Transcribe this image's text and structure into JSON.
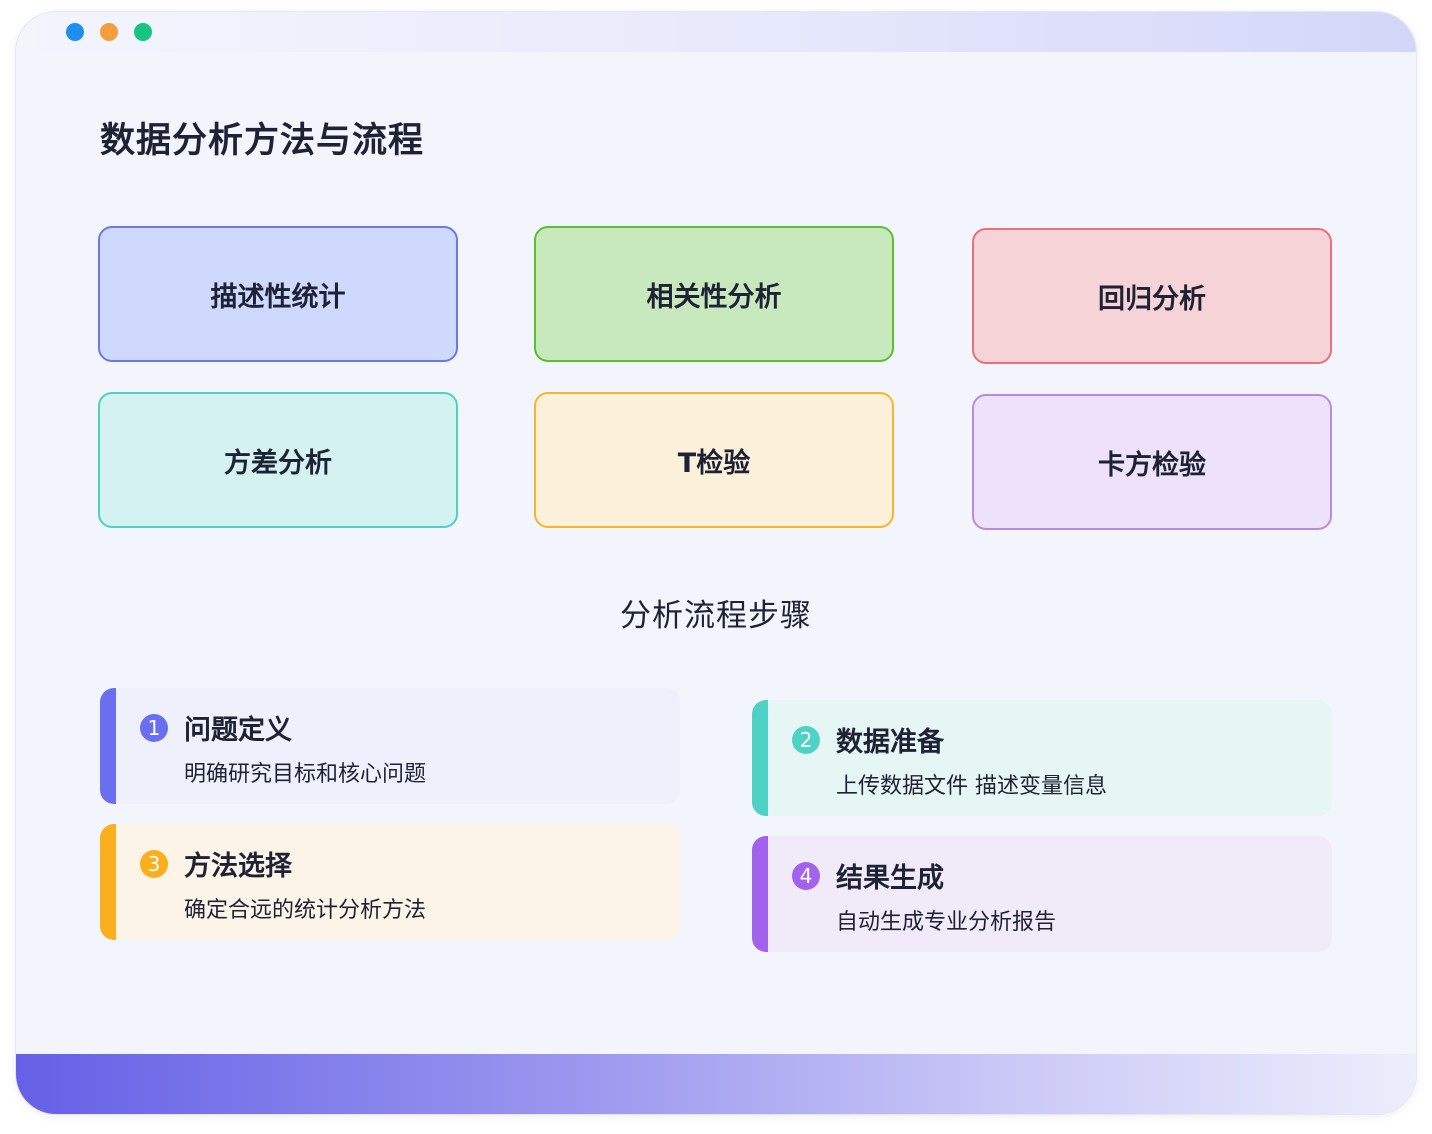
{
  "window": {
    "dots": [
      {
        "color": "#1e8ef0"
      },
      {
        "color": "#f49e3c"
      },
      {
        "color": "#17c480"
      }
    ]
  },
  "page": {
    "title": "数据分析方法与流程"
  },
  "methods": [
    {
      "label": "描述性统计",
      "bg": "#cfd9fd",
      "border": "#6b78e8"
    },
    {
      "label": "相关性分析",
      "bg": "#c8e9bd",
      "border": "#5cbf2c"
    },
    {
      "label": "回归分析",
      "bg": "#f6d3d6",
      "border": "#e9707a"
    },
    {
      "label": "方差分析",
      "bg": "#d3f2f0",
      "border": "#4dd2c1"
    },
    {
      "label": "T检验",
      "bg": "#fbf1db",
      "border": "#f6b52c"
    },
    {
      "label": "卡方检验",
      "bg": "#ede2f9",
      "border": "#b98ae3"
    }
  ],
  "process": {
    "title": "分析流程步骤",
    "steps": [
      {
        "num": "1",
        "title": "问题定义",
        "desc": "明确研究目标和核心问题",
        "accent": "#6a6ff0",
        "bg": "#eef0fb"
      },
      {
        "num": "2",
        "title": "数据准备",
        "desc": "上传数据文件 描述变量信息",
        "accent": "#4dd2c5",
        "bg": "#e6f6f5"
      },
      {
        "num": "3",
        "title": "方法选择",
        "desc": "确定合远的统计分析方法",
        "accent": "#fbae1e",
        "bg": "#fcf4e6"
      },
      {
        "num": "4",
        "title": "结果生成",
        "desc": "自动生成专业分析报告",
        "accent": "#a262ec",
        "bg": "#f1eaf8"
      }
    ]
  }
}
